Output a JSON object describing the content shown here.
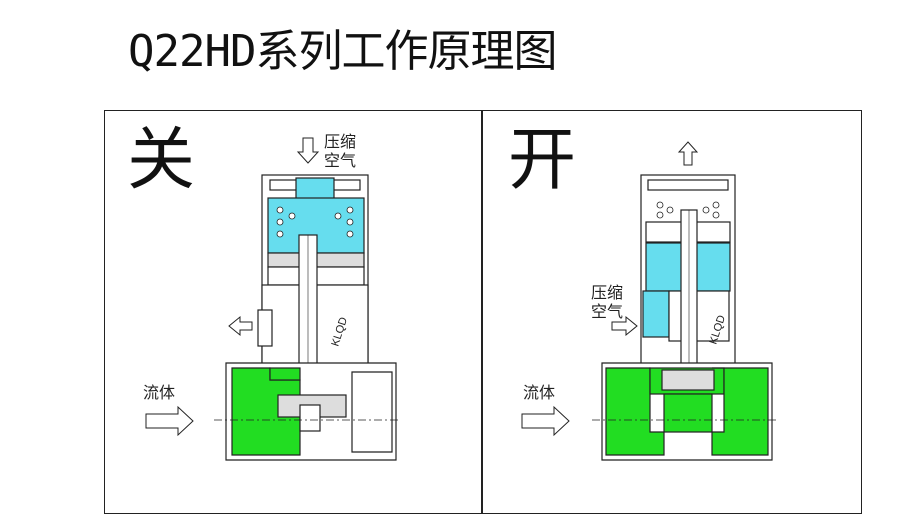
{
  "title": "Q22HD系列工作原理图",
  "left_panel": {
    "state": "关",
    "air_label_line1": "压缩",
    "air_label_line2": "空气",
    "fluid_label": "流体",
    "stem_text": "KLQD"
  },
  "right_panel": {
    "state": "开",
    "air_label_line1": "压缩",
    "air_label_line2": "空气",
    "fluid_label": "流体",
    "stem_text": "KLQD"
  },
  "colors": {
    "air": "#66ddee",
    "fluid": "#22dd22",
    "outline": "#222222",
    "body": "#ffffff"
  }
}
